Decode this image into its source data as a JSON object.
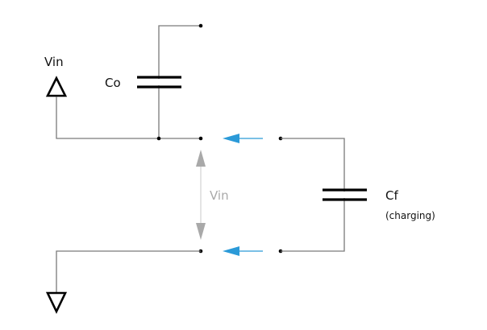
{
  "diagram": {
    "type": "circuit-schematic",
    "title": "",
    "labels": {
      "source": "Vin",
      "co": "Co",
      "cf": "Cf",
      "cf_state": "(charging)",
      "voltage_annotation": "Vin"
    },
    "components": [
      {
        "id": "vin-source",
        "kind": "voltage-source-arrow-up",
        "label": "Vin"
      },
      {
        "id": "co",
        "kind": "capacitor",
        "label": "Co"
      },
      {
        "id": "cf",
        "kind": "capacitor",
        "label": "Cf",
        "note": "(charging)"
      },
      {
        "id": "ground",
        "kind": "ground-arrow-down"
      }
    ],
    "switches": [
      {
        "id": "switch-top",
        "state": "open",
        "direction_arrow": "left"
      },
      {
        "id": "switch-bottom",
        "state": "open",
        "direction_arrow": "left"
      }
    ],
    "colors": {
      "wire": "#7a7a7a",
      "symbol": "#000000",
      "flow_arrow": "#2b9ad8",
      "voltage_annotation": "#a9a9a9"
    }
  }
}
